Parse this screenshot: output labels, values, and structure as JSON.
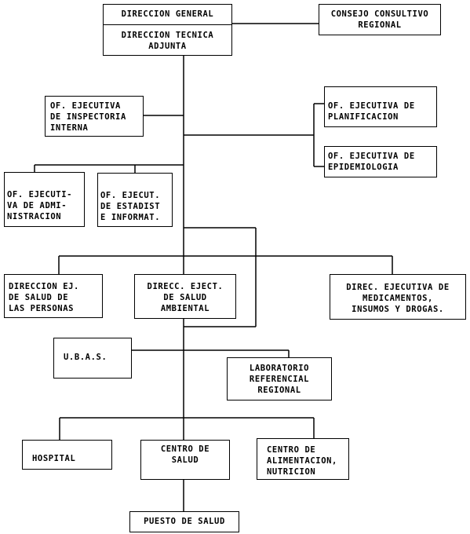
{
  "org_chart": {
    "direccion_general": "DIRECCION GENERAL",
    "direccion_tecnica": "DIRECCION TECNICA\nADJUNTA",
    "consejo_consultivo": "CONSEJO CONSULTIVO\nREGIONAL",
    "of_inspectoria": "OF. EJECUTIVA\nDE INSPECTORIA\nINTERNA",
    "of_planificacion": "OF. EJECUTIVA DE\nPLANIFICACION",
    "of_epidemiologia": "OF. EJECUTIVA DE\nEPIDEMIOLOGIA",
    "of_administracion": "OF. EJECUTI-\nVA DE ADMI-\nNISTRACION",
    "of_estadistica": "OF. EJECUT.\nDE ESTADIST\nE INFORMAT.",
    "dir_salud_personas": "DIRECCION EJ.\nDE SALUD DE\nLAS PERSONAS",
    "dir_salud_ambiental": "DIRECC. EJECT.\nDE SALUD\nAMBIENTAL",
    "dir_medicamentos": "DIREC. EJECUTIVA DE\nMEDICAMENTOS,\nINSUMOS Y DROGAS.",
    "ubas": "U.B.A.S.",
    "laboratorio": "LABORATORIO\nREFERENCIAL\nREGIONAL",
    "hospital": "HOSPITAL",
    "centro_salud": "CENTRO DE\nSALUD",
    "centro_alimentacion": "CENTRO DE\nALIMENTACION,\nNUTRICION",
    "puesto_salud": "PUESTO DE SALUD"
  }
}
